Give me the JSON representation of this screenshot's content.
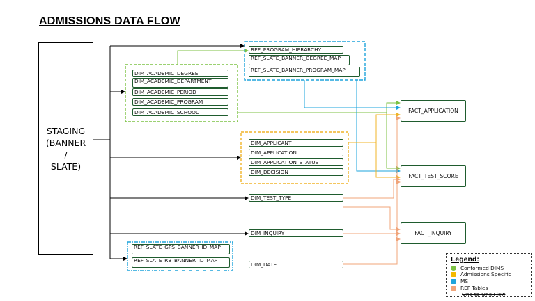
{
  "title": "ADMISSIONS DATA FLOW",
  "staging": {
    "label": "STAGING\n(BANNER\n/\nSLATE)"
  },
  "groups": {
    "conformed_dims": [
      "DIM_ACADEMIC_DEGREE",
      "DIM_ACADEMIC_DEPARTMENT",
      "DIM_ACADEMIC_PERIOD",
      "DIM_ACADEMIC_PROGRAM",
      "DIM_ACADEMIC_SCHOOL"
    ],
    "ref_program": [
      "REF_PROGRAM_HIERARCHY",
      "REF_SLATE_BANNER_DEGREE_MAP",
      "REF_SLATE_BANNER_PROGRAM_MAP"
    ],
    "admissions_dims": [
      "DIM_APPLICANT",
      "DIM_APPLICATION",
      "DIM_APPLICATION_STATUS",
      "DIM_DECISION"
    ],
    "ref_ids": [
      "REF_SLATE_GPS_BANNER_ID_MAP",
      "REF_SLATE_RB_BANNER_ID_MAP"
    ]
  },
  "singles": {
    "test_type": "DIM_TEST_TYPE",
    "inquiry": "DIM_INQUIRY",
    "date": "DIM_DATE"
  },
  "facts": [
    "FACT_APPLICATION",
    "FACT_TEST_SCORE",
    "FACT_INQUIRY"
  ],
  "legend": {
    "title": "Legend:",
    "items": [
      {
        "label": "Conformed DIMS",
        "color": "#7cc243"
      },
      {
        "label": "Admissions Specific",
        "color": "#f4b800"
      },
      {
        "label": "MS",
        "color": "#1ea4dc"
      },
      {
        "label": "REF Tables",
        "color": "#f0a47a"
      },
      {
        "label": "One-to-One Flow"
      }
    ]
  },
  "colors": {
    "green": "#7cc243",
    "orange": "#f0b429",
    "blue": "#1ea4dc",
    "salmon": "#f0a47a",
    "node_border": "#1f5c2e"
  }
}
